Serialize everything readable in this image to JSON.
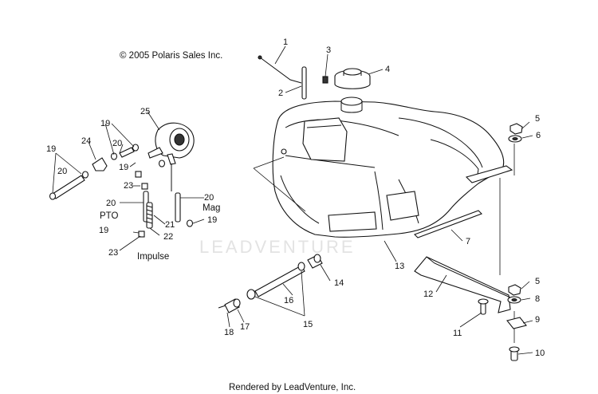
{
  "copyright": "© 2005 Polaris Sales Inc.",
  "footer": "Rendered by LeadVenture, Inc.",
  "watermark": "LEADVENTURE",
  "callouts": {
    "n1": "1",
    "n2": "2",
    "n3": "3",
    "n4": "4",
    "n5a": "5",
    "n5b": "5",
    "n6": "6",
    "n7": "7",
    "n8": "8",
    "n9": "9",
    "n10": "10",
    "n11": "11",
    "n12": "12",
    "n13": "13",
    "n14": "14",
    "n15": "15",
    "n16": "16",
    "n17": "17",
    "n18": "18",
    "n19a": "19",
    "n19b": "19",
    "n19c": "19",
    "n19d": "19",
    "n19e": "19",
    "n20a": "20",
    "n20b": "20",
    "n20c": "20",
    "n20d": "20",
    "n21": "21",
    "n22": "22",
    "n23a": "23",
    "n23b": "23",
    "n24": "24",
    "n25": "25"
  },
  "labels": {
    "pto": "PTO",
    "impulse": "Impulse",
    "mag": "Mag"
  }
}
